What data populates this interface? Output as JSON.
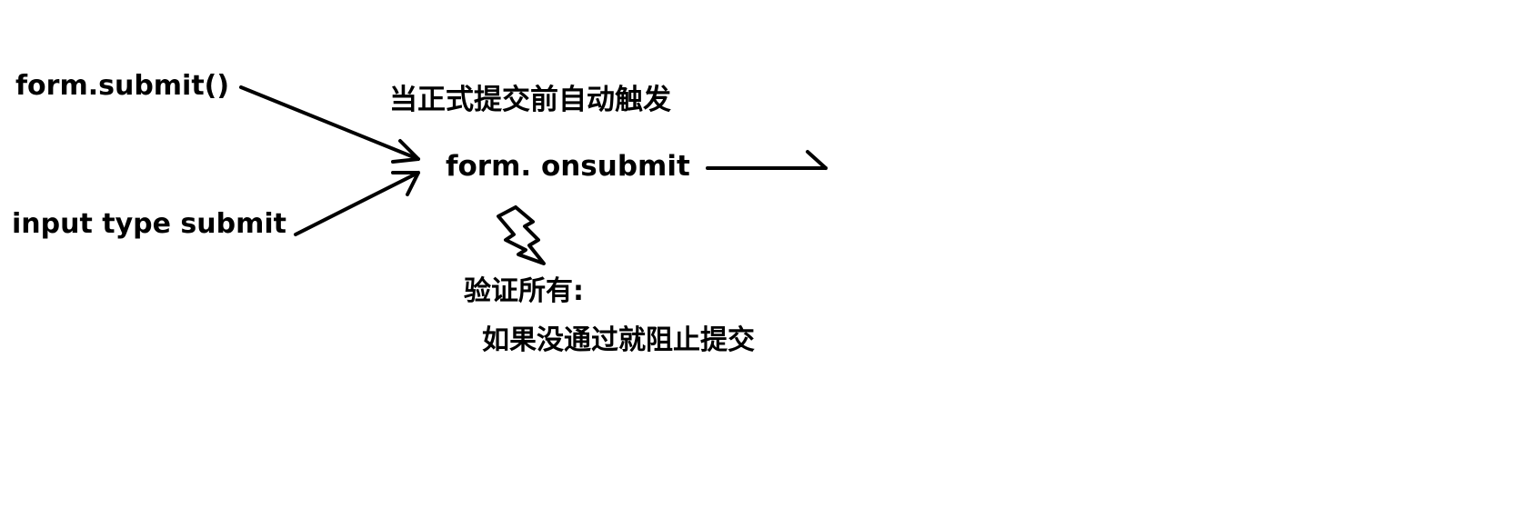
{
  "diagram": {
    "nodes": {
      "form_submit": "form.submit()",
      "input_submit": "input type submit",
      "trigger_note": "当正式提交前自动触发",
      "onsubmit": "form. onsubmit",
      "validate_all": "验证所有:",
      "block_submit": "如果没通过就阻止提交"
    },
    "edges": [
      {
        "from": "form.submit()",
        "to": "form. onsubmit"
      },
      {
        "from": "input type submit",
        "to": "form. onsubmit"
      },
      {
        "from": "form. onsubmit",
        "to": ""
      }
    ],
    "stroke_color": "#000000"
  }
}
